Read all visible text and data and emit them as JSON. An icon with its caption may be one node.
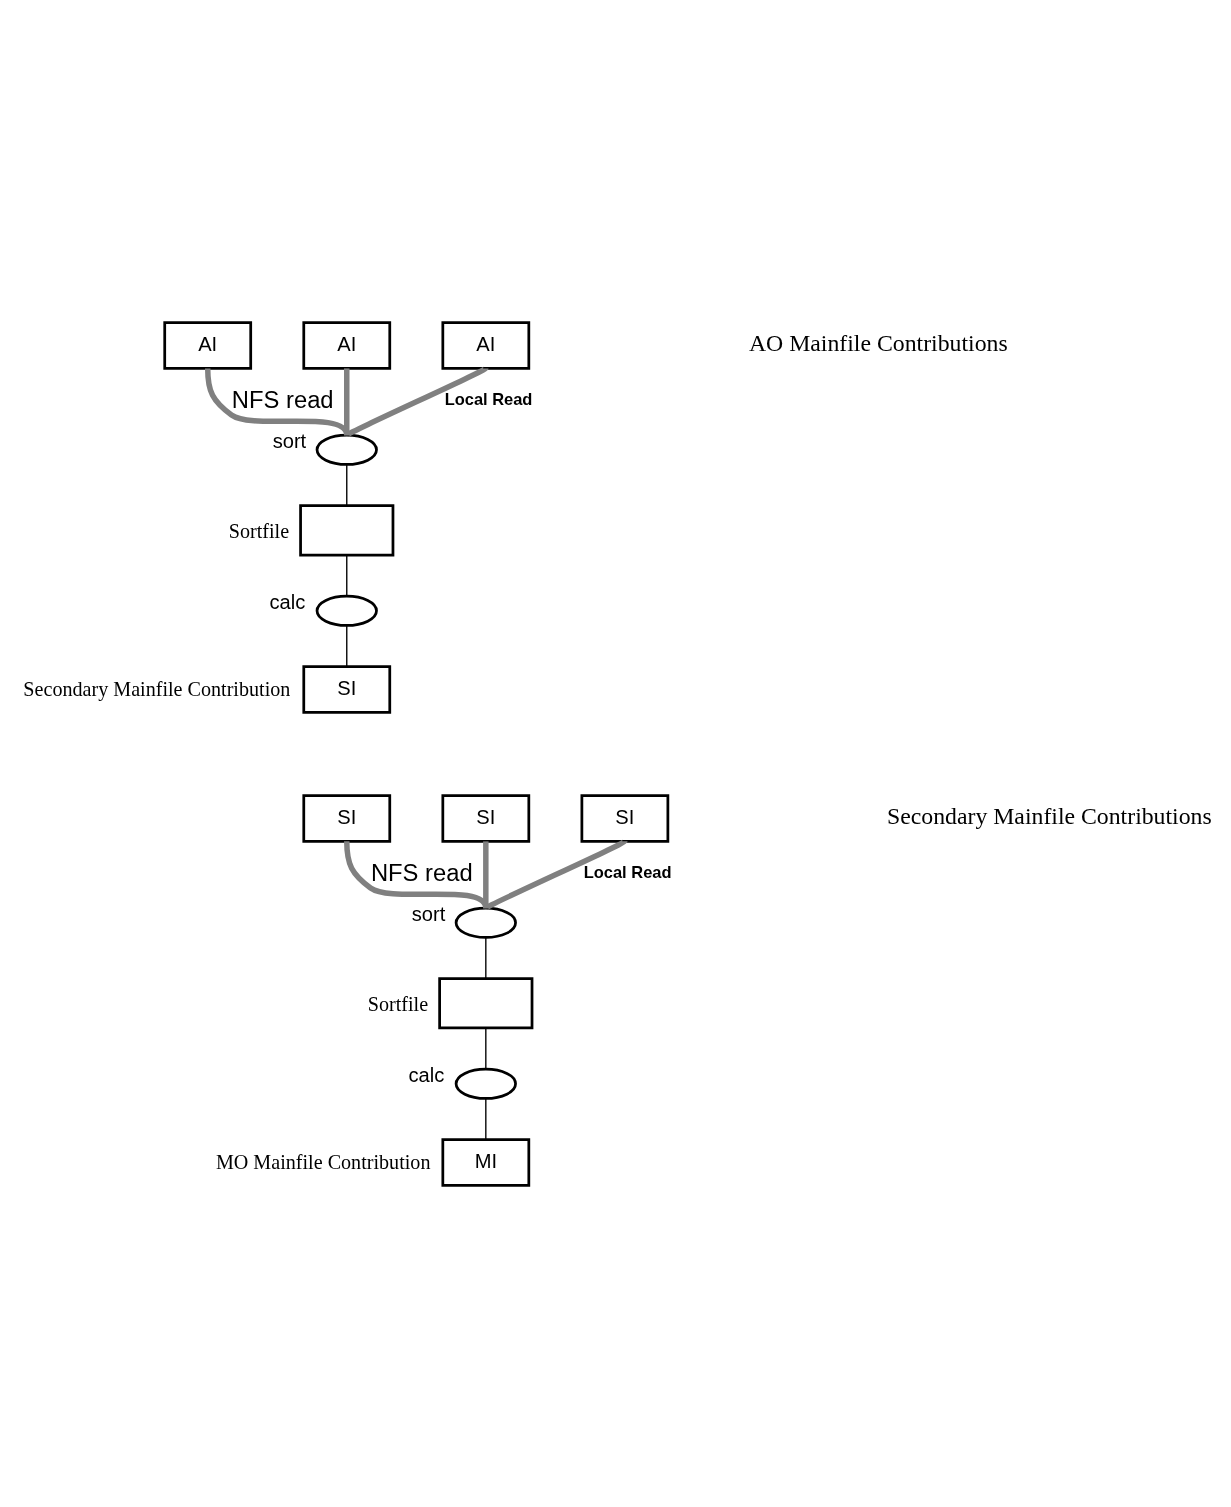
{
  "diagram": {
    "nodes": [
      {
        "text": [
          "AI"
        ]
      },
      {
        "text": [
          "AI"
        ]
      },
      {
        "text": [
          "AI"
        ]
      },
      {
        "text": [],
        "shape": "ellipse",
        "beside": [
          "sort"
        ]
      },
      {
        "text": [],
        "shape": "box",
        "beside": [
          "Sortfile"
        ]
      },
      {
        "text": [],
        "shape": "ellipse",
        "beside": [
          "calc"
        ]
      },
      {
        "text": [
          "SI"
        ],
        "beside": [
          "Secondary Mainfile Contribution"
        ]
      },
      {
        "text": [
          "SI"
        ]
      },
      {
        "text": [
          "SI"
        ]
      },
      {
        "text": [
          "SI"
        ]
      },
      {
        "text": [],
        "shape": "ellipse",
        "beside": [
          "sort"
        ]
      },
      {
        "text": [],
        "shape": "box",
        "beside": [
          "Sortfile"
        ]
      },
      {
        "text": [],
        "shape": "ellipse",
        "beside": [
          "calc"
        ]
      },
      {
        "text": [
          "MI"
        ],
        "beside": [
          "MO Mainfile Contribution"
        ]
      }
    ],
    "edges": [
      {
        "from": 0,
        "to": 3,
        "arrow": "none",
        "label": "NFS read",
        "style": "thick",
        "color": "#808080"
      },
      {
        "from": 1,
        "to": 3,
        "arrow": "none",
        "style": "thick",
        "color": "#808080"
      },
      {
        "from": 2,
        "to": 3,
        "arrow": "none",
        "label": "Local Read",
        "style": "thick",
        "color": "#808080"
      },
      {
        "from": 3,
        "to": 4,
        "arrow": "none",
        "color": "#000000"
      },
      {
        "from": 4,
        "to": 5,
        "arrow": "none",
        "color": "#000000"
      },
      {
        "from": 5,
        "to": 6,
        "arrow": "none",
        "color": "#000000"
      },
      {
        "from": 7,
        "to": 10,
        "arrow": "none",
        "label": "NFS read",
        "style": "thick",
        "color": "#808080"
      },
      {
        "from": 8,
        "to": 10,
        "arrow": "none",
        "style": "thick",
        "color": "#808080"
      },
      {
        "from": 9,
        "to": 10,
        "arrow": "none",
        "label": "Local Read",
        "style": "thick",
        "color": "#808080"
      },
      {
        "from": 10,
        "to": 11,
        "arrow": "none",
        "color": "#000000"
      },
      {
        "from": 11,
        "to": 12,
        "arrow": "none",
        "color": "#000000"
      },
      {
        "from": 12,
        "to": 13,
        "arrow": "none",
        "color": "#000000"
      }
    ],
    "labels": [
      "AO Mainfile Contributions",
      "Secondary Mainfile Contributions"
    ]
  }
}
